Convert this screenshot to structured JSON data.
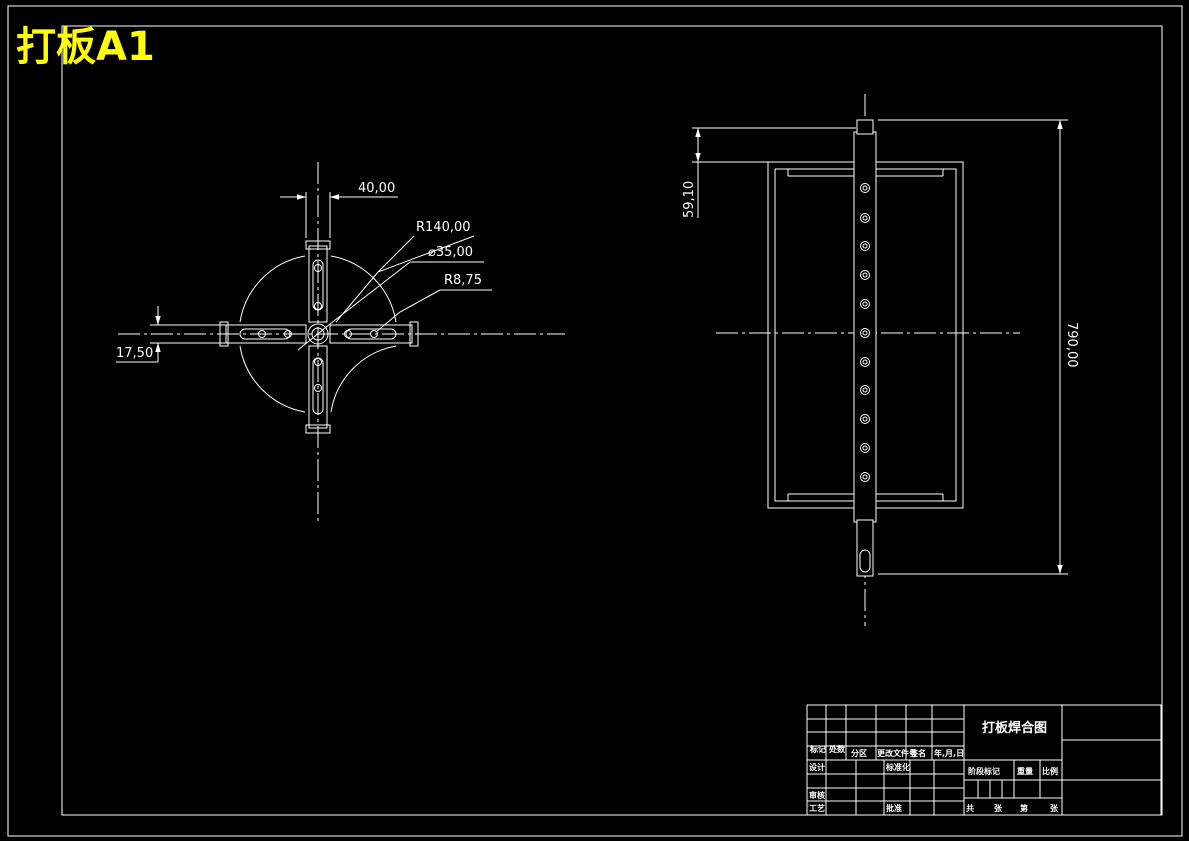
{
  "sheet_label": "打板A1",
  "front_view": {
    "dim_width": "40,00",
    "dim_radius_outer": "R140,00",
    "dim_diameter": "⌀35,00",
    "dim_radius_small": "R8,75",
    "dim_arm_width": "17,50"
  },
  "side_view": {
    "dim_shaft_end": "59,10",
    "dim_length": "790,00"
  },
  "title_block": {
    "drawing_title": "打板焊合图",
    "row_labels": {
      "mark": "标记",
      "count": "处数",
      "zone": "分区",
      "doc_no": "更改文件号",
      "sign": "签名",
      "date": "年,月,日",
      "design": "设计",
      "standard": "标准化",
      "review": "审核",
      "process": "工艺",
      "approve": "批准"
    },
    "stage_mark": "阶段标记",
    "weight": "重量",
    "scale": "比例",
    "sheets_total": "共",
    "sheets_unit": "张",
    "sheet_no": "第",
    "sheet_unit2": "张"
  }
}
